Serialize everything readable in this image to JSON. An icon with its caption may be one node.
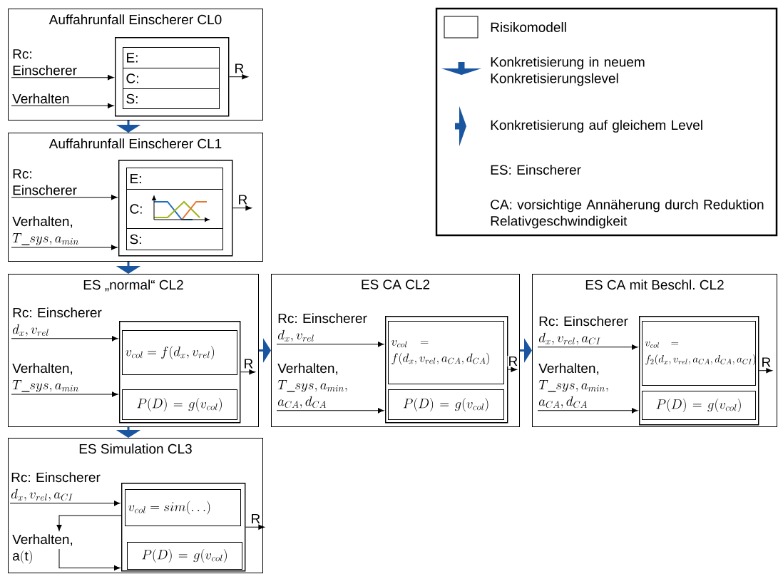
{
  "diagram": {
    "nodes": [
      {
        "text": [
          "Auffahrunfall Einscherer CL0"
        ]
      },
      {
        "text": [
          "Rc: Einscherer"
        ],
        "in": 0
      },
      {
        "text": [],
        "shape": "box",
        "in": 0
      },
      {
        "text": [
          "E:"
        ],
        "in": 2
      },
      {
        "text": [
          "C:"
        ],
        "in": 2
      },
      {
        "text": [
          "S:"
        ],
        "in": 2
      },
      {
        "text": [
          "Verhalten"
        ],
        "in": 0
      },
      {
        "text": [
          "Auffahrunfall Einscherer CL1"
        ]
      },
      {
        "text": [
          "Rc: Einscherer"
        ],
        "in": 7
      },
      {
        "text": [],
        "shape": "box",
        "in": 7
      },
      {
        "text": [
          "E:"
        ],
        "in": 9
      },
      {
        "text": [
          "C:"
        ],
        "in": 9
      },
      {
        "text": [
          "S:"
        ],
        "in": 9
      },
      {
        "text": [
          "Verhalten,",
          "T\\_sys, a_{min}"
        ],
        "in": 7
      },
      {
        "text": [
          "ES „normal“ CL2"
        ]
      },
      {
        "text": [
          "Rc: Einscherer",
          "d_x, v_{rel}"
        ],
        "in": 14
      },
      {
        "text": [],
        "shape": "box",
        "in": 14
      },
      {
        "text": [
          "v_{col} = f(d_x, v_{rel})"
        ],
        "in": 16
      },
      {
        "text": [
          "Verhalten,",
          "T\\_sys, a_{min}"
        ],
        "in": 14
      },
      {
        "text": [
          "P(D) = g(v_{col})"
        ],
        "in": 16
      },
      {
        "text": [
          "ES CA CL2"
        ]
      },
      {
        "text": [
          "Rc: Einscherer",
          "d_x, v_{rel}"
        ],
        "in": 20
      },
      {
        "text": [],
        "shape": "box",
        "in": 20
      },
      {
        "text": [
          "v_{col} = f(d_x, v_{rel}, a_{CA}, d_{CA})"
        ],
        "in": 22
      },
      {
        "text": [
          "Verhalten,",
          "T\\_sys, a_{min},",
          "a_{CA}, d_{CA}"
        ],
        "in": 20
      },
      {
        "text": [
          "P(D) = g(v_{col})"
        ],
        "in": 22
      },
      {
        "text": [
          "ES CA mit Beschl. CL2"
        ]
      },
      {
        "text": [
          "Rc: Einscherer",
          "d_x, v_{rel}, a_{CI}"
        ],
        "in": 26
      },
      {
        "text": [],
        "shape": "box",
        "in": 26
      },
      {
        "text": [
          "v_{col} = f_2(d_x, v_{rel}, a_{CA}, d_{CA}, a_{CI})"
        ],
        "in": 28
      },
      {
        "text": [
          "Verhalten,",
          "T\\_sys, a_{min},",
          "a_{CA}, d_{CA}"
        ],
        "in": 26
      },
      {
        "text": [
          "P(D) = g(v_{col})"
        ],
        "in": 28
      },
      {
        "text": [
          "ES Simulation CL3"
        ]
      },
      {
        "text": [
          "Rc: Einscherer",
          "d_x, v_{rel}, a_{CI}"
        ],
        "in": 32
      },
      {
        "text": [],
        "shape": "box",
        "in": 32
      },
      {
        "text": [
          "v_{col} = sim(\\ldots)"
        ],
        "in": 34
      },
      {
        "text": [
          "Verhalten,",
          "\\mathrm{a(t)}"
        ],
        "in": 32
      },
      {
        "text": [
          "P(D) = g(v_{col})"
        ],
        "in": 34
      }
    ],
    "edges": [
      {
        "from": 0,
        "to": 7,
        "arrow": "to",
        "style": "thick",
        "color": "#1a56a0"
      },
      {
        "from": 7,
        "to": 14,
        "arrow": "to",
        "style": "thick",
        "color": "#1a56a0"
      },
      {
        "from": 14,
        "to": 32,
        "arrow": "to",
        "style": "thick",
        "color": "#1a56a0"
      },
      {
        "from": 14,
        "to": 20,
        "arrow": "to",
        "style": "thick",
        "color": "#1a56a0"
      },
      {
        "from": 20,
        "to": 26,
        "arrow": "to",
        "style": "thick",
        "color": "#1a56a0"
      },
      {
        "from": 1,
        "to": 2,
        "arrow": "to"
      },
      {
        "from": 6,
        "to": 2,
        "arrow": "to"
      },
      {
        "from": 2,
        "to": null,
        "arrow": "to",
        "label": "R"
      },
      {
        "from": 8,
        "to": 9,
        "arrow": "to"
      },
      {
        "from": 13,
        "to": 9,
        "arrow": "to"
      },
      {
        "from": 9,
        "to": null,
        "arrow": "to",
        "label": "R"
      },
      {
        "from": 15,
        "to": 16,
        "arrow": "to"
      },
      {
        "from": 18,
        "to": 16,
        "arrow": "to"
      },
      {
        "from": 16,
        "to": null,
        "arrow": "to",
        "label": "R"
      },
      {
        "from": 21,
        "to": 22,
        "arrow": "to"
      },
      {
        "from": 24,
        "to": 22,
        "arrow": "to"
      },
      {
        "from": 22,
        "to": null,
        "arrow": "to",
        "label": "R"
      },
      {
        "from": 27,
        "to": 28,
        "arrow": "to"
      },
      {
        "from": 30,
        "to": 28,
        "arrow": "to"
      },
      {
        "from": 28,
        "to": null,
        "arrow": "to",
        "label": "R"
      },
      {
        "from": 33,
        "to": 34,
        "arrow": "to"
      },
      {
        "from": 34,
        "to": 36,
        "arrow": "to"
      },
      {
        "from": 36,
        "to": 34,
        "arrow": "to"
      },
      {
        "from": 34,
        "to": null,
        "arrow": "to",
        "label": "R"
      }
    ],
    "legend": [
      {
        "text": "Risikomodell"
      },
      {
        "text": "Konkretisierung in neuem Konkretisierungslevel"
      },
      {
        "text": "Konkretisierung auf gleichem Level"
      },
      {
        "text": "ES: Einscherer"
      },
      {
        "text": "CA: vorsichtige Annäherung durch Reduktion Relativgeschwindigkeit"
      }
    ]
  }
}
